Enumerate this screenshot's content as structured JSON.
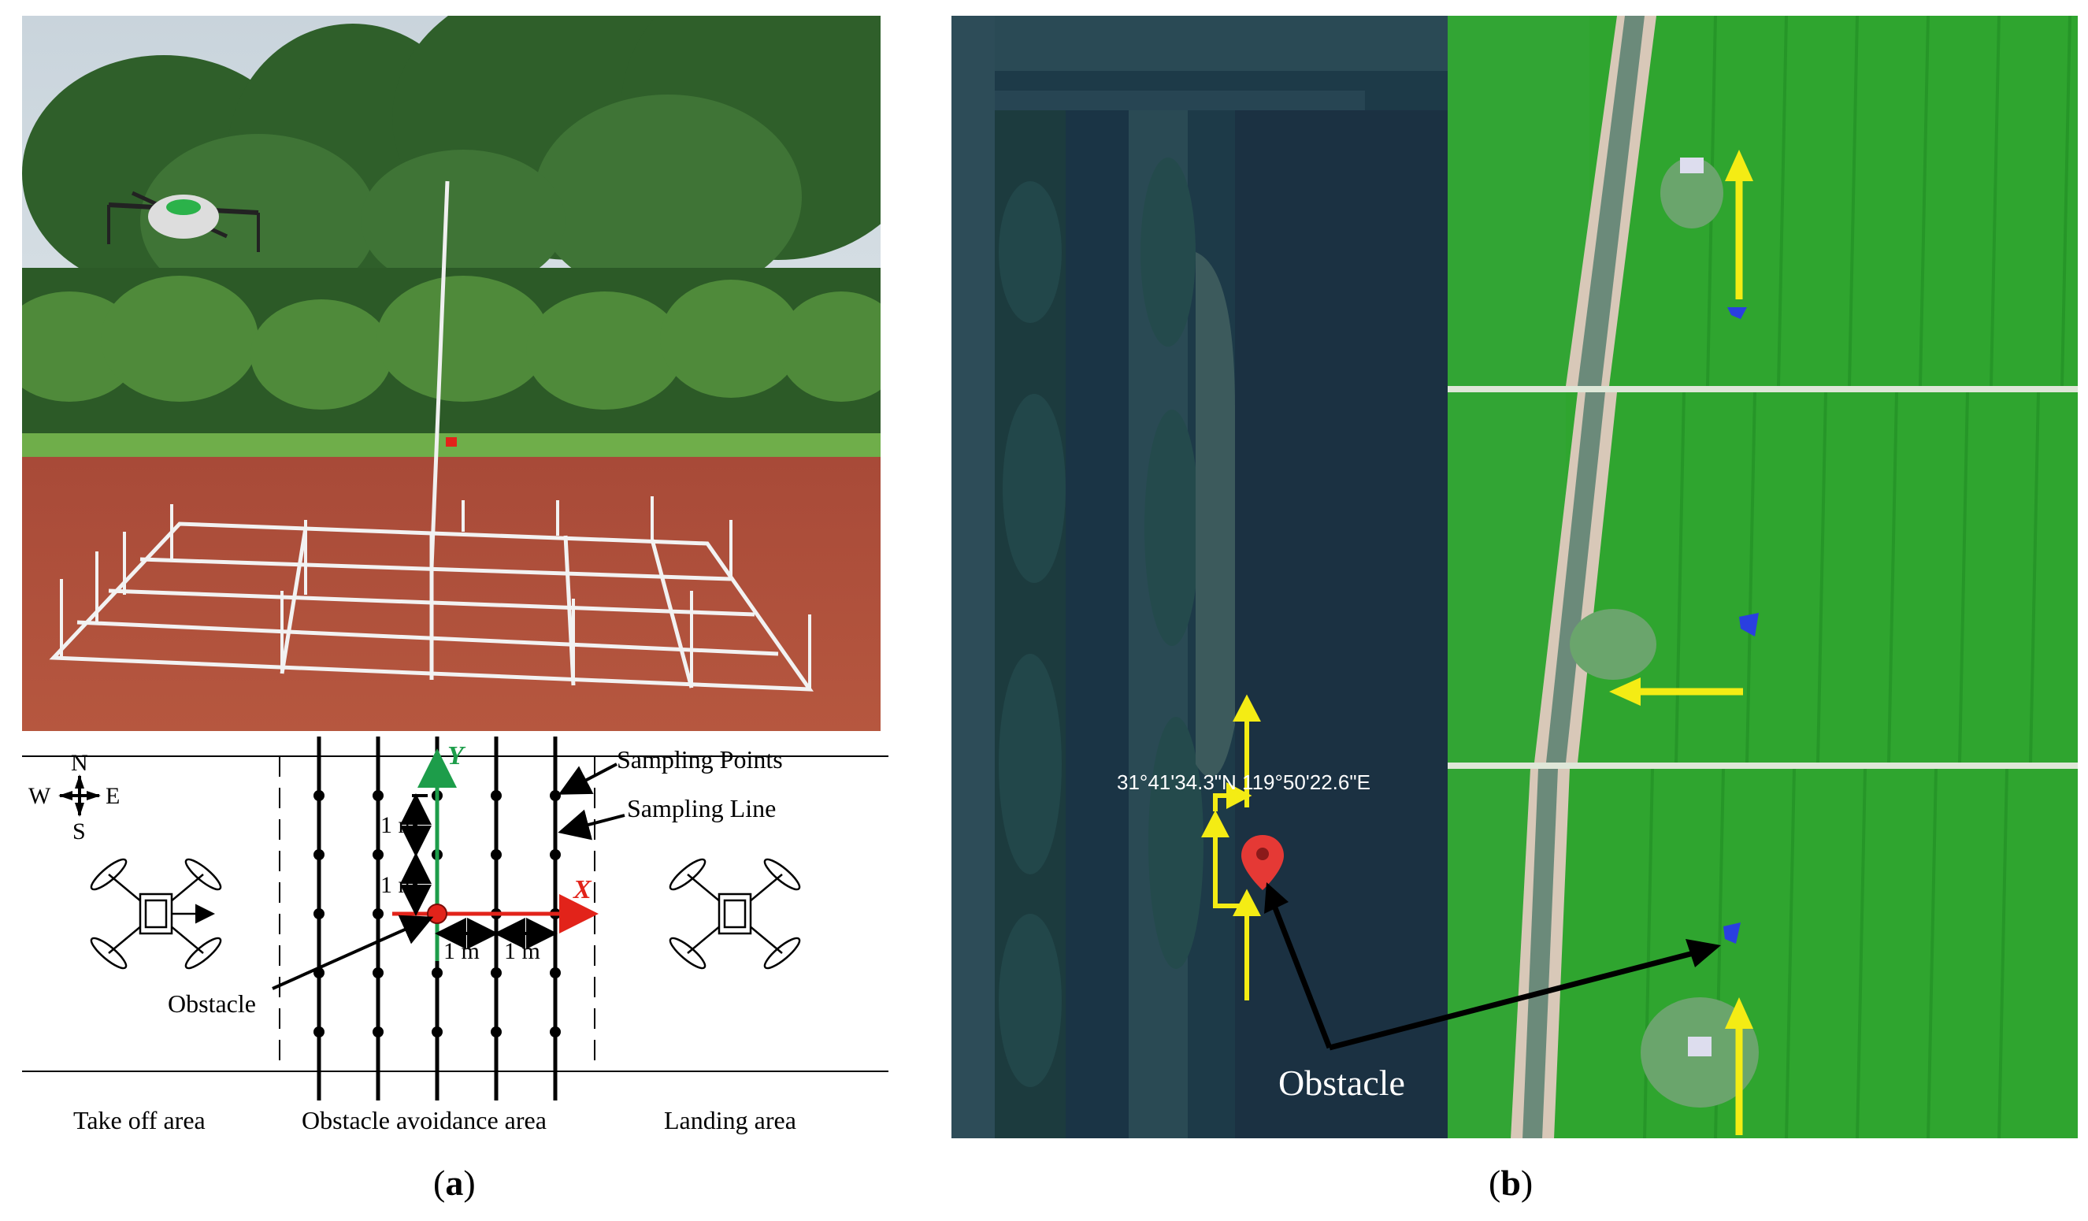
{
  "panel_a": {
    "diagram": {
      "compass": {
        "n": "N",
        "e": "E",
        "s": "S",
        "w": "W"
      },
      "axis_y": "Y",
      "axis_x": "X",
      "spacing_label": "1 m",
      "labels": {
        "sampling_points": "Sampling Points",
        "sampling_line": "Sampling Line",
        "obstacle": "Obstacle"
      },
      "areas": {
        "takeoff": "Take off area",
        "avoidance": "Obstacle avoidance area",
        "landing": "Landing area"
      }
    },
    "caption_letter": "a"
  },
  "panel_b": {
    "coordinates": "31°41'34.3\"N 119°50'22.6\"E",
    "obstacle_label": "Obstacle",
    "caption_letter": "b"
  },
  "colors": {
    "track": "#b0533f",
    "grass": "#3f8f2f",
    "field": "#2fa52f",
    "map_dark": "#1d3a48",
    "arrow_yellow": "#f4ec14",
    "axis_red": "#e2231a",
    "axis_green": "#1d9d4a",
    "pin_red": "#e53935"
  },
  "icons": [
    "compass-rose-icon",
    "drone-icon",
    "map-pin-icon",
    "arrow-icon"
  ]
}
